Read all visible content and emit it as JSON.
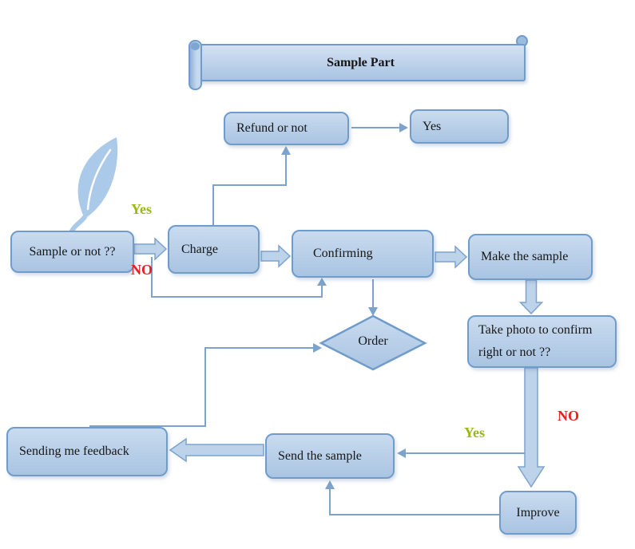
{
  "banner": {
    "title": "Sample Part"
  },
  "nodes": {
    "refund": {
      "label": "Refund or not"
    },
    "yes_box": {
      "label": "Yes"
    },
    "sample": {
      "label": "Sample or not ??"
    },
    "charge": {
      "label": "Charge"
    },
    "confirming": {
      "label": "Confirming"
    },
    "make_sample": {
      "label": "Make the sample"
    },
    "take_photo": {
      "label": "Take photo to confirm right or not ??"
    },
    "order": {
      "label": "Order"
    },
    "improve": {
      "label": "Improve"
    },
    "send_sample": {
      "label": "Send the sample"
    },
    "feedback": {
      "label": "Sending me feedback"
    }
  },
  "edge_labels": {
    "yes_top": {
      "text": "Yes"
    },
    "no_top": {
      "text": "NO"
    },
    "yes_bottom": {
      "text": "Yes"
    },
    "no_bottom": {
      "text": "NO"
    }
  },
  "colors": {
    "node_fill_top": "#c9dbef",
    "node_fill_bottom": "#a9c4e2",
    "node_border": "#6f9ccb",
    "connector": "#7da3cd",
    "block_fill": "#bdd3ea",
    "leaf": "#abc9e8",
    "yes_green": "#9ab912",
    "no_red": "#e6201e"
  }
}
